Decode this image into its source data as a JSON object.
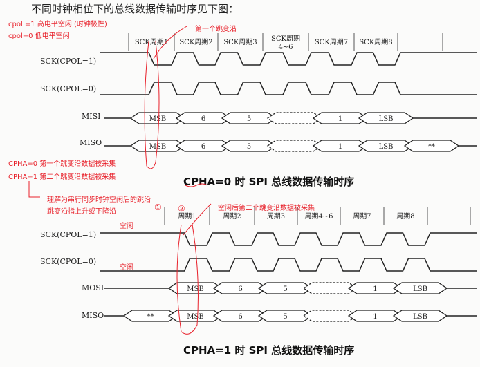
{
  "title": "不同时钟相位下的总线数据传输时序见下图：",
  "annotations": {
    "cpol1": "cpol =1 高电平空闲    (时钟极性)",
    "cpol0": "cpol=0 低电平空闲",
    "first_edge": "第一个跳变沿",
    "cpha0": "CPHA=0 第一个跳变沿数据被采集",
    "cpha1": "CPHA=1 第二个跳变沿数据被采集",
    "understand": "理解为串行同步时钟空闲后的跳沿",
    "edge_def": "跳变沿指上升或下降沿",
    "mark1": "①",
    "mark2": "②",
    "second_edge": "空闲后第二个跳变沿数据被采集",
    "idle1": "空闲",
    "idle2": "空闲"
  },
  "diagram_top": {
    "headers": [
      "SCK周期1",
      "SCK周期2",
      "SCK周期3",
      "SCK周期\n4~6",
      "SCK周期7",
      "SCK周期8"
    ],
    "signals": [
      "SCK(CPOL=1)",
      "SCK(CPOL=0)",
      "MISI",
      "MISO"
    ],
    "mosi": [
      "MSB",
      "6",
      "5",
      "",
      "1",
      "LSB"
    ],
    "miso": [
      "MSB",
      "6",
      "5",
      "",
      "1",
      "LSB",
      "**"
    ],
    "caption": "CPHA=0 时 SPI 总线数据传输时序"
  },
  "diagram_bottom": {
    "headers": [
      "周期1",
      "周期2",
      "周期3",
      "周期4~6",
      "周期7",
      "周期8"
    ],
    "signals": [
      "SCK(CPOL=1)",
      "SCK(CPOL=0)",
      "MOSI",
      "MISO"
    ],
    "mosi": [
      "MSB",
      "6",
      "5",
      "",
      "1",
      "LSB"
    ],
    "miso": [
      "**",
      "MSB",
      "6",
      "5",
      "",
      "1",
      "LSB"
    ],
    "caption": "CPHA=1 时 SPI 总线数据传输时序"
  },
  "colors": {
    "annotation": "#e8202a",
    "ink": "#222222"
  }
}
